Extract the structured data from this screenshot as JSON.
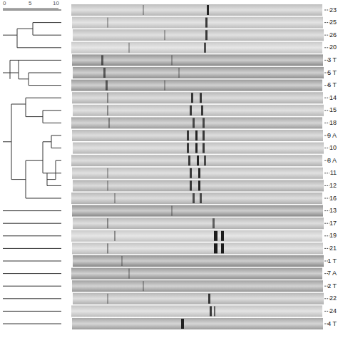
{
  "diagram": {
    "labels": [
      "0",
      "5",
      "10",
      "23",
      "25",
      "26",
      "20",
      "3 T",
      "5 T",
      "6 T",
      "14",
      "15",
      "18",
      "9 A",
      "10",
      "8 A",
      "11",
      "12",
      "16",
      "13",
      "17",
      "19",
      "21",
      "1 T",
      "7 A",
      "2 T",
      "22",
      "24",
      "4 T"
    ]
  }
}
